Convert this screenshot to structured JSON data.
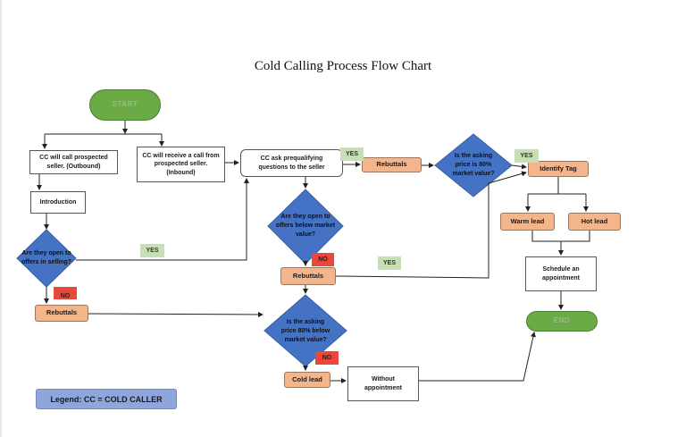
{
  "title": "Cold Calling Process Flow Chart",
  "nodes": {
    "start": "START",
    "end": "END",
    "outbound": "CC will call prospected seller. (Outbound)",
    "inbound": "CC will receive a call from prospected seller. (Inbound)",
    "introduction": "Introduction",
    "open_to_selling": "Are they open to offers in selling?",
    "rebuttals_1": "Rebuttals",
    "prequalify": "CC ask prequalifying questions to the seller",
    "rebuttals_2": "Rebuttals",
    "asking_price_market": "Is the asking price is 80% market value?",
    "identify_tag": "Identify Tag",
    "warm_lead": "Warm lead",
    "hot_lead": "Hot lead",
    "schedule": "Schedule an appointment",
    "open_below_market": "Are they open to offers below market value?",
    "rebuttals_3": "Rebuttals",
    "asking_price_below": "Is the asking price 80% below market value?",
    "cold_lead": "Cold lead",
    "without_appointment": "Without appointment"
  },
  "labels": {
    "yes_1": "YES",
    "yes_2": "YES",
    "yes_3": "YES",
    "yes_4": "YES",
    "no_1": "NO",
    "no_2": "NO",
    "no_3": "NO"
  },
  "legend": "Legend: CC = COLD CALLER",
  "colors": {
    "terminal": "#6aab46",
    "decision": "#4472c4",
    "action": "#f5b58a",
    "yes": "#c6dfb4",
    "no": "#e8473a",
    "legend": "#8fa6db"
  }
}
